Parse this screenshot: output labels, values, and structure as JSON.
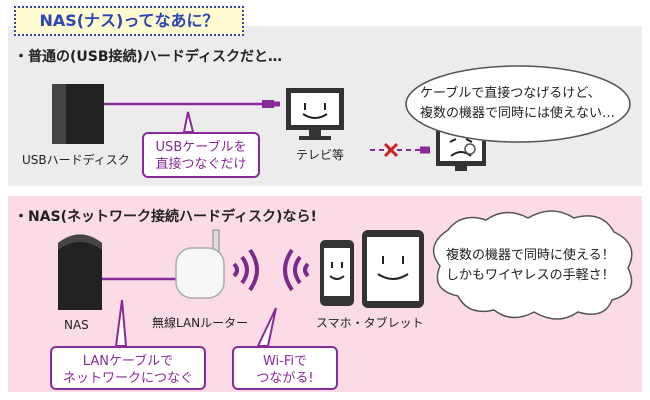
{
  "title": "NAS(ナス)ってなあに？",
  "section_usb": {
    "heading": "・普通の(USB接続)ハードディスクだと…",
    "hdd_label": "USBハードディスク",
    "tv_label": "テレビ等",
    "callout_line1": "USBケーブルを",
    "callout_line2": "直接つなぐだけ",
    "bubble_line1": "ケーブルで直接つなげるけど、",
    "bubble_line2": "複数の機器で同時には使えない…"
  },
  "section_nas": {
    "heading": "・NAS(ネットワーク接続ハードディスク)なら!",
    "nas_label": "NAS",
    "router_label": "無線LANルーター",
    "devices_label": "スマホ・タブレット",
    "callout_lan_line1": "LANケーブルで",
    "callout_lan_line2": "ネットワークにつなぐ",
    "callout_wifi_line1": "Wi-Fiで",
    "callout_wifi_line2": "つながる!",
    "bubble_line1": "複数の機器で同時に使える！",
    "bubble_line2": "しかもワイヤレスの手軽さ！"
  },
  "colors": {
    "accent": "#8a2a9a",
    "title_blue": "#2a45b8",
    "cross_red": "#d02020"
  }
}
